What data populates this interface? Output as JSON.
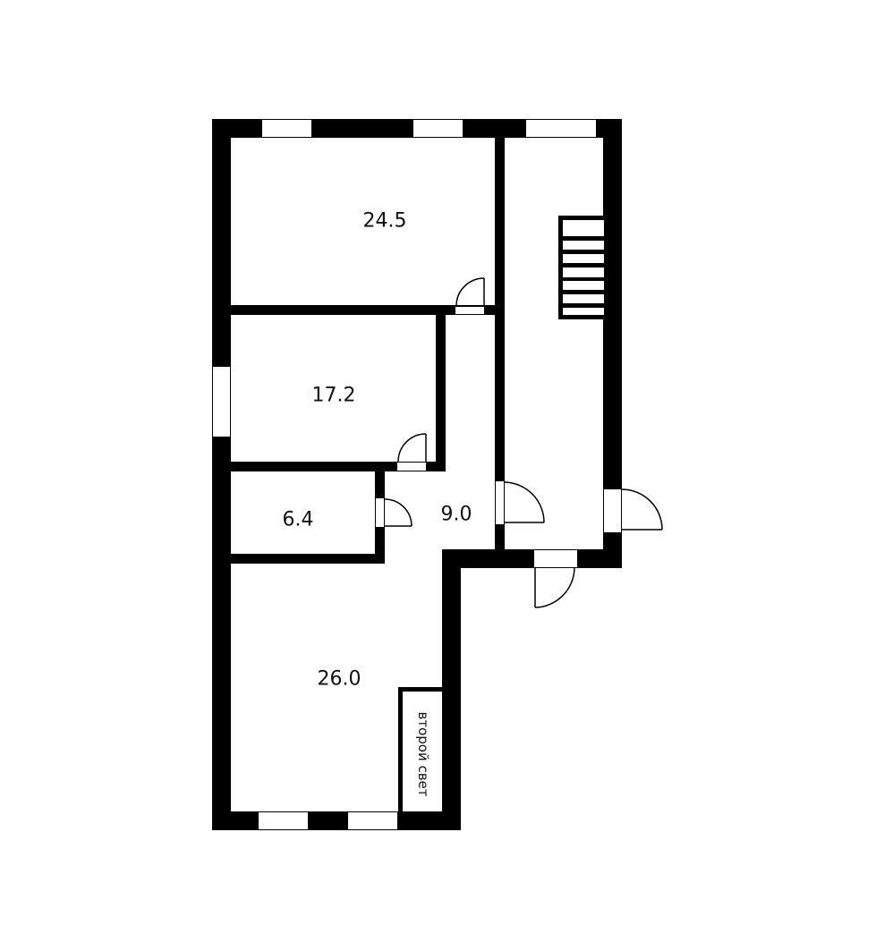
{
  "plan": {
    "type": "apartment-floor-plan",
    "colors": {
      "wall": "#000000",
      "background": "#ffffff",
      "text": "#111111"
    },
    "rooms": [
      {
        "id": "room-1",
        "area": "24.5"
      },
      {
        "id": "room-2",
        "area": "17.2"
      },
      {
        "id": "room-3",
        "area": "6.4"
      },
      {
        "id": "hall",
        "area": "9.0"
      },
      {
        "id": "room-4",
        "area": "26.0"
      }
    ],
    "annotations": {
      "second_light": "второй свет"
    },
    "fixtures": {
      "staircase_steps": 7,
      "windows": 7,
      "doors": 7
    }
  }
}
